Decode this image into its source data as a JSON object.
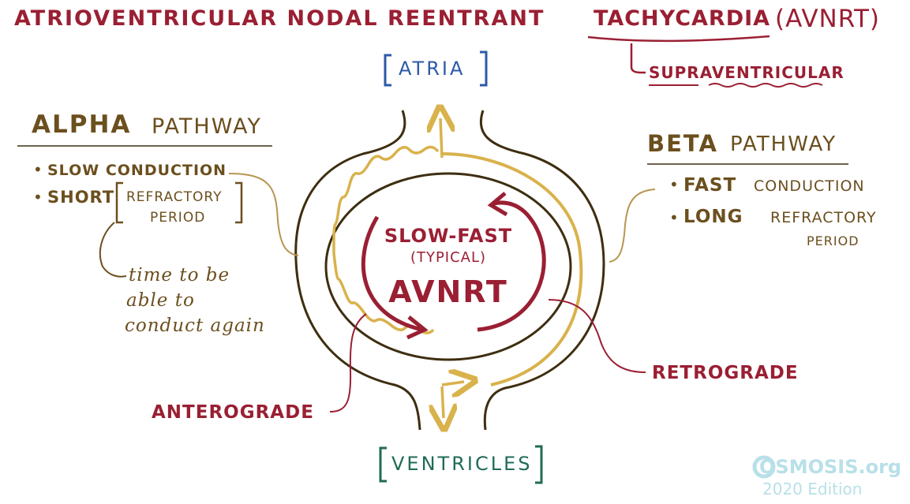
{
  "title": {
    "main": "ATRIOVENTRICULAR NODAL REENTRANT",
    "tachy": "TACHYCARDIA",
    "abbr": "(AVNRT)",
    "sub": "SUPRAVENTRICULAR"
  },
  "labels": {
    "atria": "ATRIA",
    "ventricles": "VENTRICLES",
    "center_top": "SLOW-FAST",
    "center_mid": "(TYPICAL)",
    "center_bottom": "AVNRT",
    "anterograde": "ANTEROGRADE",
    "retrograde": "RETROGRADE"
  },
  "alpha": {
    "title_a": "ALPHA",
    "title_b": "PATHWAY",
    "bullet1": "SLOW CONDUCTION",
    "bullet2_a": "SHORT",
    "bullet2_b": "REFRACTORY",
    "bullet2_c": "PERIOD",
    "note1": "time to be",
    "note2": "able to",
    "note3": "conduct again"
  },
  "beta": {
    "title_a": "BETA",
    "title_b": "PATHWAY",
    "bullet1_a": "FAST",
    "bullet1_b": "CONDUCTION",
    "bullet2_a": "LONG",
    "bullet2_b": "REFRACTORY",
    "bullet2_c": "PERIOD"
  },
  "watermark": {
    "brand": "OSMOSIS.org",
    "edition": "2020 Edition"
  },
  "colors": {
    "maroon": "#9a1f33",
    "olive": "#6b4f1e",
    "gold": "#d9b24c",
    "blue": "#2d5aa8",
    "green": "#1f6b57"
  }
}
